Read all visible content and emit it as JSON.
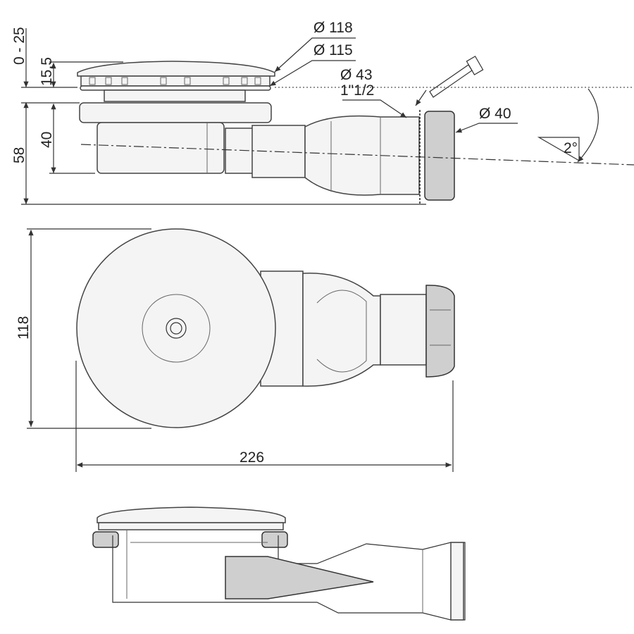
{
  "side_view": {
    "dim_adjust": "0 - 25",
    "dim_grate_height": "15,5",
    "dim_body_height": "40",
    "dim_total_height": "58",
    "dim_grate_outer": "Ø 118",
    "dim_grate_inner": "Ø 115",
    "dim_outlet": "Ø 43",
    "dim_outlet_thread": "1\"1/2",
    "dim_pipe": "Ø 40",
    "dim_slope": "2°"
  },
  "top_view": {
    "dim_diameter": "118",
    "dim_length": "226"
  },
  "section_view": {}
}
